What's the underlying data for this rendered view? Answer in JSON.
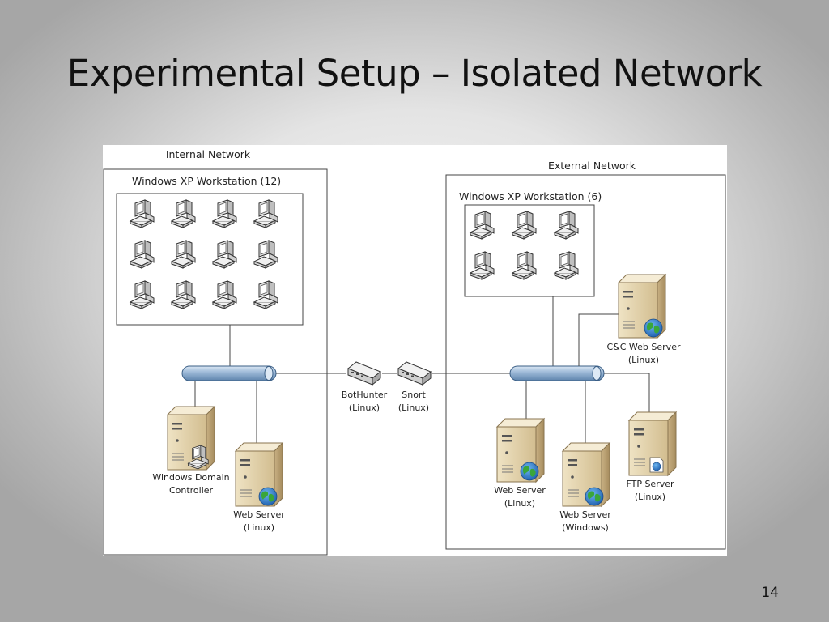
{
  "slide": {
    "title": "Experimental Setup – Isolated Network",
    "page_number": "14"
  },
  "diagram": {
    "internal_network": {
      "label": "Internal Network",
      "workstation_group": "Windows XP Workstation (12)",
      "workstation_count": 12,
      "domain_controller": [
        "Windows Domain",
        "Controller"
      ],
      "web_server": [
        "Web Server",
        "(Linux)"
      ]
    },
    "devices": {
      "bothunter": [
        "BotHunter",
        "(Linux)"
      ],
      "snort": [
        "Snort",
        "(Linux)"
      ]
    },
    "external_network": {
      "label": "External Network",
      "workstation_group": "Windows XP Workstation (6)",
      "workstation_count": 6,
      "cc_server": [
        "C&C Web Server",
        "(Linux)"
      ],
      "web_server_linux": [
        "Web Server",
        "(Linux)"
      ],
      "web_server_windows": [
        "Web Server",
        "(Windows)"
      ],
      "ftp_server": [
        "FTP Server",
        "(Linux)"
      ]
    }
  }
}
